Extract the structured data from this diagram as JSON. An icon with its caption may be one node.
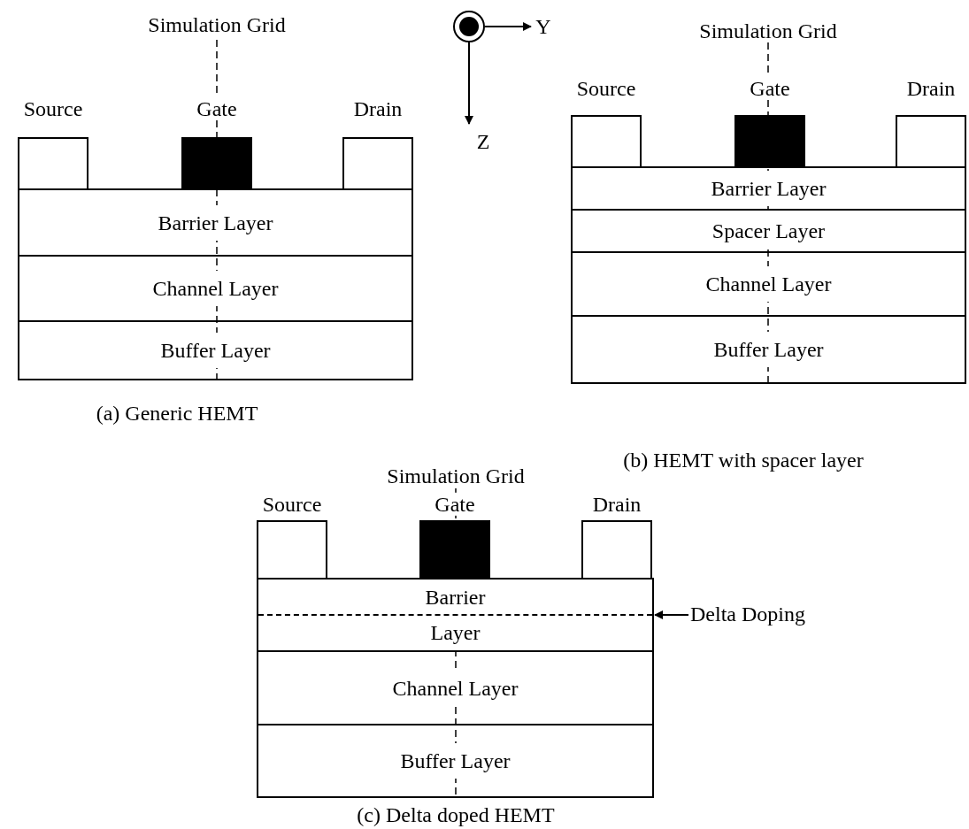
{
  "diagram": {
    "nodes": [
      {
        "text": [
          "Source"
        ]
      },
      {
        "text": [
          "Gate"
        ]
      },
      {
        "text": [
          "Drain"
        ]
      },
      {
        "text": [
          "Barrier Layer"
        ]
      },
      {
        "text": [
          "Channel Layer"
        ]
      },
      {
        "text": [
          "Buffer Layer"
        ]
      },
      {
        "text": [
          "Source"
        ]
      },
      {
        "text": [
          "Gate"
        ]
      },
      {
        "text": [
          "Drain"
        ]
      },
      {
        "text": [
          "Barrier Layer"
        ]
      },
      {
        "text": [
          "Spacer Layer"
        ]
      },
      {
        "text": [
          "Channel Layer"
        ]
      },
      {
        "text": [
          "Buffer Layer"
        ]
      },
      {
        "text": [
          "Source"
        ]
      },
      {
        "text": [
          "Gate"
        ]
      },
      {
        "text": [
          "Drain"
        ]
      },
      {
        "text": [
          "Barrier Layer"
        ]
      },
      {
        "text": [
          "Channel Layer"
        ]
      },
      {
        "text": [
          "Buffer Layer"
        ]
      },
      {
        "text": [
          "Delta Doping"
        ]
      },
      {
        "text": [],
        "shape": "bar",
        "in": 16
      }
    ],
    "edges": [
      {
        "from": 19,
        "to": 20,
        "arrow": "to"
      }
    ],
    "labels": [
      "Simulation Grid",
      "Y",
      "Simulation Grid",
      "Z",
      "(a) Generic HEMT",
      "(b) HEMT with spacer layer",
      "Simulation Grid",
      "(c) Delta doped HEMT"
    ]
  }
}
